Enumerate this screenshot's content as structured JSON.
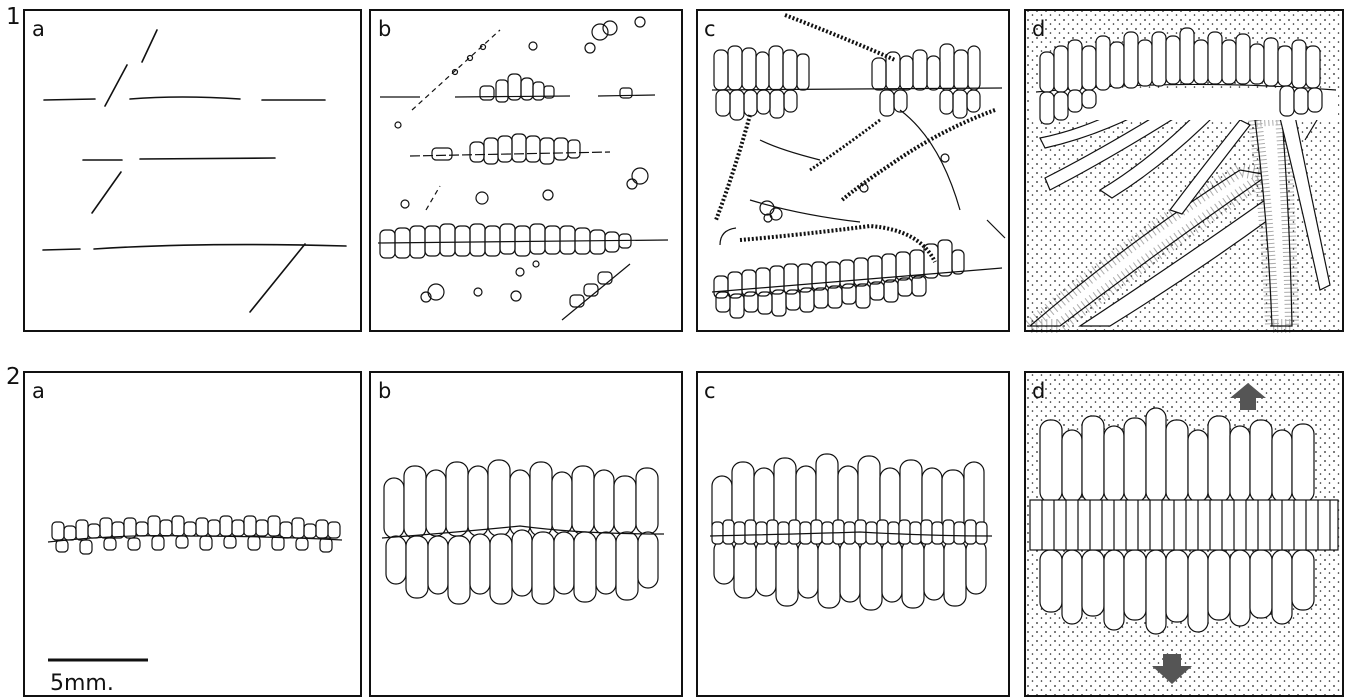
{
  "figure": {
    "rows": [
      {
        "number": "1",
        "panels": [
          {
            "letter": "a",
            "content": "fracture-lines"
          },
          {
            "letter": "b",
            "content": "crystal-seams-and-grains"
          },
          {
            "letter": "c",
            "content": "fibrous-veins-and-crystal-seams"
          },
          {
            "letter": "d",
            "content": "crystal-vein-with-fibrous-branches"
          }
        ]
      },
      {
        "number": "2",
        "panels": [
          {
            "letter": "a",
            "content": "thin-crystal-seam"
          },
          {
            "letter": "b",
            "content": "bladed-crystal-vein"
          },
          {
            "letter": "c",
            "content": "bladed-crystals-with-granular-median"
          },
          {
            "letter": "d",
            "content": "vein-with-fibrous-median-zone",
            "arrows": [
              "up",
              "down"
            ]
          }
        ]
      }
    ],
    "scale_bar": {
      "label": "5mm."
    },
    "colors": {
      "ink": "#111111",
      "arrow": "#555555",
      "background": "#ffffff"
    }
  }
}
